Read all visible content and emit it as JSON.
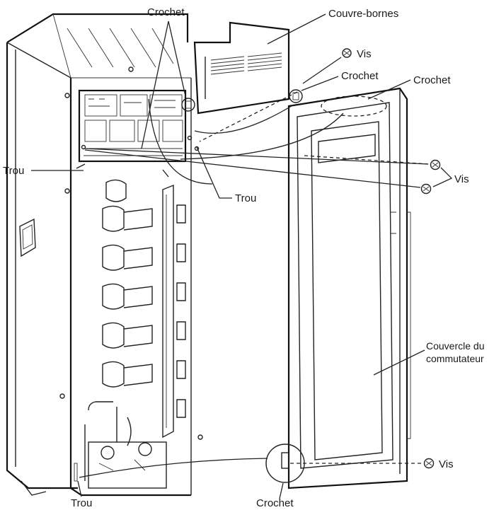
{
  "labels": {
    "crochet_top": "Crochet",
    "couvre_bornes": "Couvre-bornes",
    "vis_top": "Vis",
    "crochet_mid": "Crochet",
    "crochet_right": "Crochet",
    "trou_left": "Trou",
    "vis_right": "Vis",
    "trou_mid": "Trou",
    "couvercle_line1": "Couvercle du",
    "couvercle_line2": "commutateur",
    "vis_bottom": "Vis",
    "trou_bottom": "Trou",
    "crochet_bottom": "Crochet"
  }
}
